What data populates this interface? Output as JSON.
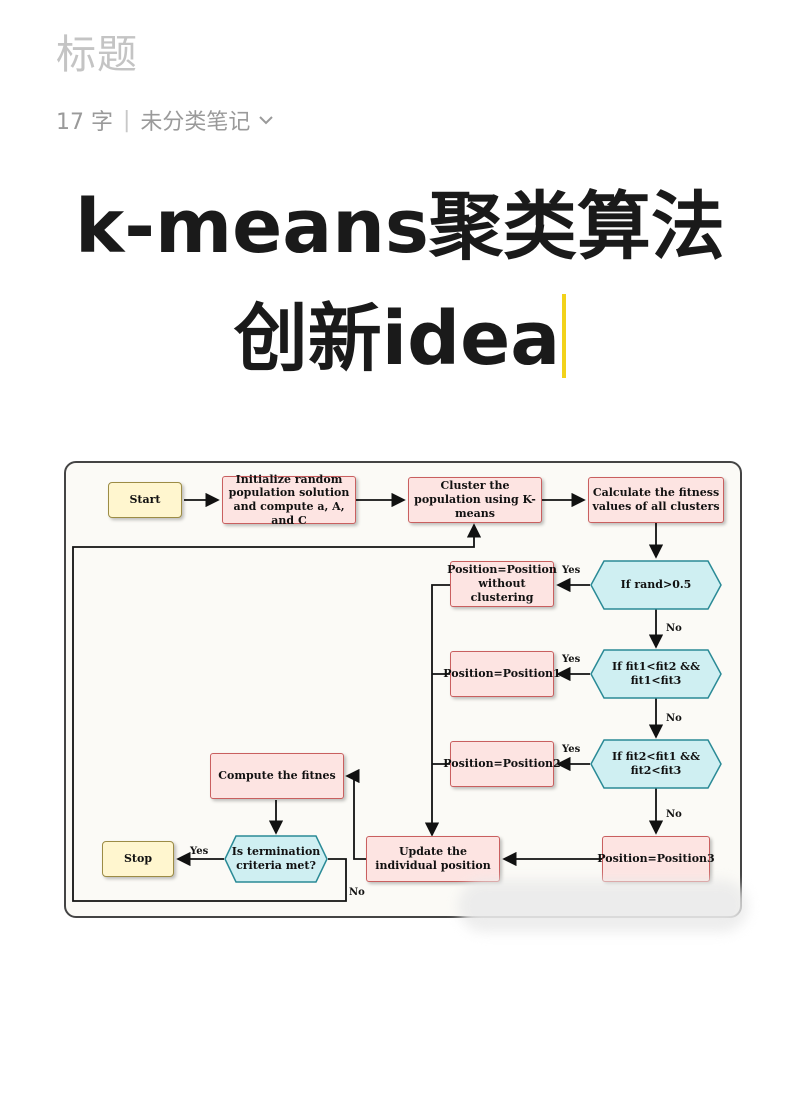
{
  "note": {
    "title_placeholder": "标题",
    "word_count": "17 字",
    "separator": "|",
    "category": "未分类笔记",
    "category_chevron_icon": "chevron-down-icon"
  },
  "headline": {
    "line1": "k-means聚类算法",
    "line2": "创新idea"
  },
  "flowchart": {
    "nodes": {
      "start": "Start",
      "init": "Initialize random population solution and compute a, A, and C",
      "cluster": "Cluster the population using K-means",
      "fitness": "Calculate the fitness values of all clusters",
      "rand": "If rand>0.5",
      "pos_noclust": "Position=Position without clustering",
      "cond1": "If fit1<fit2 && fit1<fit3",
      "pos1": "Position=Position1",
      "cond2": "If fit2<fit1 && fit2<fit3",
      "pos2": "Position=Position2",
      "pos3": "Position=Position3",
      "update": "Update the individual position",
      "compute": "Compute the fitnes",
      "term": "Is termination criteria met?",
      "stop": "Stop"
    },
    "edge_labels": {
      "yes1": "Yes",
      "no1": "No",
      "yes2": "Yes",
      "no2": "No",
      "yes3": "Yes",
      "no3": "No",
      "yes_term": "Yes",
      "no_term": "No"
    },
    "colors": {
      "process_fill": "#fde4e2",
      "process_border": "#c95f5f",
      "decision_fill": "#cfeff2",
      "decision_border": "#2a8a96",
      "terminal_fill": "#fff6cf",
      "terminal_border": "#9c8c45",
      "caret": "#f2d21a"
    }
  }
}
